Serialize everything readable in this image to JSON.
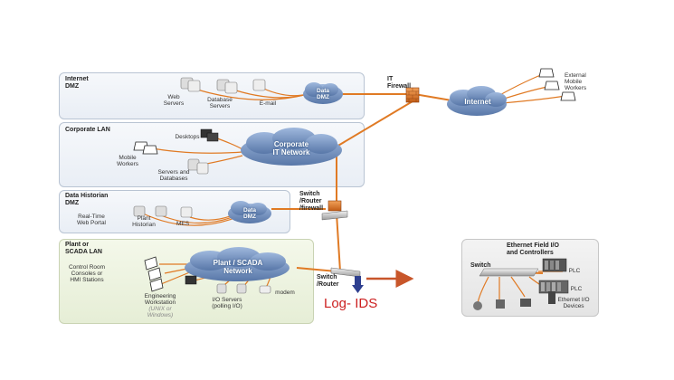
{
  "zones": {
    "internet_dmz": {
      "title": "Internet\nDMZ",
      "web_servers": "Web\nServers",
      "database_servers": "Database\nServers",
      "email": "E-mail",
      "cloud": "Data\nDMZ"
    },
    "corporate_lan": {
      "title": "Corporate LAN",
      "desktops": "Desktops",
      "mobile_workers": "Mobile\nWorkers",
      "servers_databases": "Servers and\nDatabases",
      "cloud": "Corporate\nIT Network"
    },
    "data_historian_dmz": {
      "title": "Data Historian\nDMZ",
      "web_portal": "Real-Time\nWeb Portal",
      "plant_historian": "Plant\nHistorian",
      "mes": "MES",
      "cloud": "Data\nDMZ"
    },
    "plant_scada_lan": {
      "title": "Plant or\nSCADA LAN",
      "control_room": "Control Room\nConsoles or\nHMI Stations",
      "engineering": "Engineering\nWorkstation",
      "unix_windows": "(UNIX or\nWindows)",
      "io_servers": "I/O Servers\n(polling I/O)",
      "modem": "modem",
      "cloud": "Plant / SCADA\nNetwork"
    },
    "field_io": {
      "title": "Ethernet Field I/O\nand Controllers",
      "switch": "Switch",
      "plc1": "PLC",
      "plc2": "PLC",
      "ethernet_io": "Ethernet I/O\nDevices"
    }
  },
  "network": {
    "it_firewall": "IT\nFirewall",
    "internet_cloud": "Internet",
    "external_mobile": "External\nMobile\nWorkers",
    "switch_router_firewall": "Switch\n/Router\n/firewall",
    "switch_router": "Switch\n/Router"
  },
  "annotation": {
    "log_ids": "Log- IDS"
  },
  "colors": {
    "link": "#e07a24",
    "cloud": "#6f8fbf",
    "zone_border": "#b9c4d3",
    "annotation": "#cc1f1f",
    "arrow": "#c8562a"
  }
}
